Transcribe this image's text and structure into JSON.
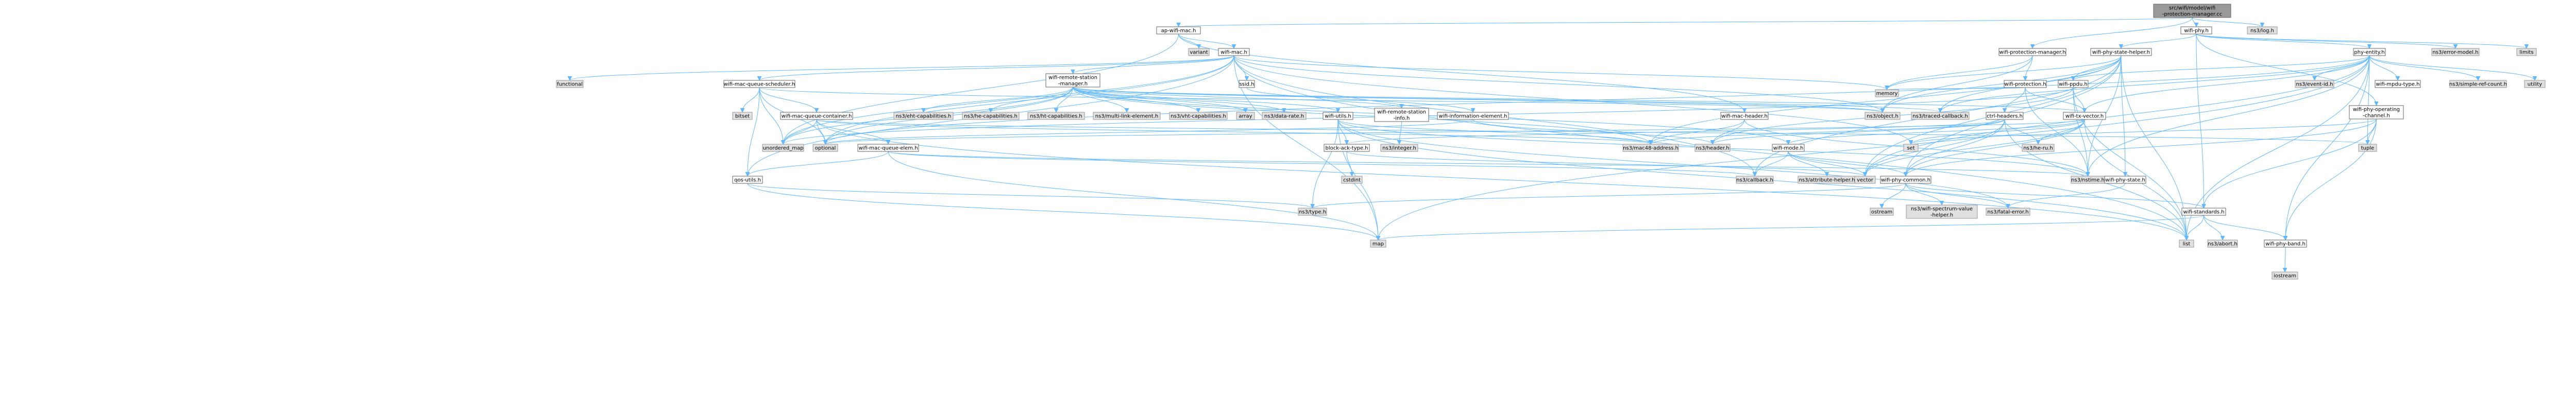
{
  "diagram": {
    "type": "include-dependency-graph",
    "colors": {
      "edge": "#63b8ff",
      "root_fill": "#999999",
      "project_fill": "#ffffff",
      "external_fill": "#e0e0e0",
      "border": "#666666"
    },
    "nodes": [
      {
        "id": "root",
        "label": "src/wifi/model/wifi\n-protection-manager.cc",
        "kind": "root"
      },
      {
        "id": "ap_wifi_mac",
        "label": "ap-wifi-mac.h",
        "kind": "project"
      },
      {
        "id": "wifi_phy",
        "label": "wifi-phy.h",
        "kind": "project"
      },
      {
        "id": "ns_log",
        "label": "ns3/log.h",
        "kind": "external"
      },
      {
        "id": "wifi_protection_manager",
        "label": "wifi-protection-manager.h",
        "kind": "project"
      },
      {
        "id": "variant",
        "label": "variant",
        "kind": "external"
      },
      {
        "id": "wifi_mac",
        "label": "wifi-mac.h",
        "kind": "project"
      },
      {
        "id": "wifi_phy_state_helper",
        "label": "wifi-phy-state-helper.h",
        "kind": "project"
      },
      {
        "id": "phy_entity",
        "label": "phy-entity.h",
        "kind": "project"
      },
      {
        "id": "ns_error_model",
        "label": "ns3/error-model.h",
        "kind": "external"
      },
      {
        "id": "limits",
        "label": "limits",
        "kind": "external"
      },
      {
        "id": "functional",
        "label": "functional",
        "kind": "external"
      },
      {
        "id": "wifi_mac_queue_scheduler",
        "label": "wifi-mac-queue-scheduler.h",
        "kind": "project"
      },
      {
        "id": "wifi_remote_station_manager",
        "label": "wifi-remote-station\n-manager.h",
        "kind": "project"
      },
      {
        "id": "ssid",
        "label": "ssid.h",
        "kind": "project"
      },
      {
        "id": "wifi_protection",
        "label": "wifi-protection.h",
        "kind": "project"
      },
      {
        "id": "wifi_ppdu",
        "label": "wifi-ppdu.h",
        "kind": "project"
      },
      {
        "id": "ns_event_id",
        "label": "ns3/event-id.h",
        "kind": "external"
      },
      {
        "id": "wifi_mpdu_type",
        "label": "wifi-mpdu-type.h",
        "kind": "project"
      },
      {
        "id": "ns_simple_ref_count",
        "label": "ns3/simple-ref-count.h",
        "kind": "external"
      },
      {
        "id": "utility",
        "label": "utility",
        "kind": "external"
      },
      {
        "id": "wifi_phy_operating_channel",
        "label": "wifi-phy-operating\n-channel.h",
        "kind": "project"
      },
      {
        "id": "bitset",
        "label": "bitset",
        "kind": "external"
      },
      {
        "id": "wifi_mac_queue_container",
        "label": "wifi-mac-queue-container.h",
        "kind": "project"
      },
      {
        "id": "ns_ht_capabilities",
        "label": "ns3/eht-capabilities.h",
        "kind": "external"
      },
      {
        "id": "ns_he_capabilities",
        "label": "ns3/he-capabilities.h",
        "kind": "external"
      },
      {
        "id": "ns_ht_capabilities2",
        "label": "ns3/ht-capabilities.h",
        "kind": "external"
      },
      {
        "id": "ns_multi_link_element",
        "label": "ns3/multi-link-element.h",
        "kind": "external"
      },
      {
        "id": "ns_vht_capabilities",
        "label": "ns3/vht-capabilities.h",
        "kind": "external"
      },
      {
        "id": "array",
        "label": "array",
        "kind": "external"
      },
      {
        "id": "ns_data_rate",
        "label": "ns3/data-rate.h",
        "kind": "external"
      },
      {
        "id": "wifi_utils",
        "label": "wifi-utils.h",
        "kind": "project"
      },
      {
        "id": "wifi_remote_station_info",
        "label": "wifi-remote-station\n-info.h",
        "kind": "project"
      },
      {
        "id": "wifi_information_element",
        "label": "wifi-information-element.h",
        "kind": "project"
      },
      {
        "id": "ns_object",
        "label": "ns3/object.h",
        "kind": "external"
      },
      {
        "id": "ns_traced_callback",
        "label": "ns3/traced-callback.h",
        "kind": "external"
      },
      {
        "id": "wifi_mac_header",
        "label": "wifi-mac-header.h",
        "kind": "project"
      },
      {
        "id": "memory",
        "label": "memory",
        "kind": "external"
      },
      {
        "id": "ctrl_headers",
        "label": "ctrl-headers.h",
        "kind": "project"
      },
      {
        "id": "wifi_tx_vector",
        "label": "wifi-tx-vector.h",
        "kind": "project"
      },
      {
        "id": "unordered_map",
        "label": "unordered_map",
        "kind": "external"
      },
      {
        "id": "optional",
        "label": "optional",
        "kind": "external"
      },
      {
        "id": "wifi_mac_queue_elem",
        "label": "wifi-mac-queue-elem.h",
        "kind": "project"
      },
      {
        "id": "block_ack_type",
        "label": "block-ack-type.h",
        "kind": "project"
      },
      {
        "id": "ns_integer",
        "label": "ns3/integer.h",
        "kind": "external"
      },
      {
        "id": "ns_mac48_address",
        "label": "ns3/mac48-address.h",
        "kind": "external"
      },
      {
        "id": "ns_header",
        "label": "ns3/header.h",
        "kind": "external"
      },
      {
        "id": "wifi_mode",
        "label": "wifi-mode.h",
        "kind": "project"
      },
      {
        "id": "set",
        "label": "set",
        "kind": "external"
      },
      {
        "id": "ns_he_ru",
        "label": "ns3/he-ru.h",
        "kind": "external"
      },
      {
        "id": "tuple",
        "label": "tuple",
        "kind": "external"
      },
      {
        "id": "qos_utils",
        "label": "qos-utils.h",
        "kind": "project"
      },
      {
        "id": "cstdint",
        "label": "cstdint",
        "kind": "external"
      },
      {
        "id": "ns_callback",
        "label": "ns3/callback.h",
        "kind": "external"
      },
      {
        "id": "ns_attribute_helper",
        "label": "ns3/attribute-helper.h",
        "kind": "external"
      },
      {
        "id": "vector",
        "label": "vector",
        "kind": "external"
      },
      {
        "id": "wifi_phy_common",
        "label": "wifi-phy-common.h",
        "kind": "project"
      },
      {
        "id": "ns_nstime",
        "label": "ns3/nstime.h",
        "kind": "external"
      },
      {
        "id": "wifi_phy_state",
        "label": "wifi-phy-state.h",
        "kind": "project"
      },
      {
        "id": "ns_type",
        "label": "ns3/type.h",
        "kind": "external"
      },
      {
        "id": "ostream",
        "label": "ostream",
        "kind": "external"
      },
      {
        "id": "ns_wifi_spectrum_value_helper",
        "label": "ns3/wifi-spectrum-value\n-helper.h",
        "kind": "external"
      },
      {
        "id": "ns_fatal_error",
        "label": "ns3/fatal-error.h",
        "kind": "external"
      },
      {
        "id": "wifi_standards",
        "label": "wifi-standards.h",
        "kind": "project"
      },
      {
        "id": "map",
        "label": "map",
        "kind": "external"
      },
      {
        "id": "list",
        "label": "list",
        "kind": "external"
      },
      {
        "id": "ns_abort",
        "label": "ns3/abort.h",
        "kind": "external"
      },
      {
        "id": "wifi_phy_band",
        "label": "wifi-phy-band.h",
        "kind": "project"
      },
      {
        "id": "iostream",
        "label": "iostream",
        "kind": "external"
      }
    ],
    "edges": [
      [
        "root",
        "ap_wifi_mac"
      ],
      [
        "root",
        "wifi_phy"
      ],
      [
        "root",
        "ns_log"
      ],
      [
        "root",
        "wifi_protection_manager"
      ],
      [
        "ap_wifi_mac",
        "variant"
      ],
      [
        "ap_wifi_mac",
        "wifi_mac"
      ],
      [
        "ap_wifi_mac",
        "wifi_mac_header"
      ],
      [
        "ap_wifi_mac",
        "unordered_map"
      ],
      [
        "wifi_phy",
        "wifi_phy_state_helper"
      ],
      [
        "wifi_phy",
        "phy_entity"
      ],
      [
        "wifi_phy",
        "ns_error_model"
      ],
      [
        "wifi_phy",
        "limits"
      ],
      [
        "wifi_phy",
        "wifi_phy_operating_channel"
      ],
      [
        "wifi_phy",
        "wifi_standards"
      ],
      [
        "wifi_protection_manager",
        "wifi_protection"
      ],
      [
        "wifi_protection_manager",
        "ns_object"
      ],
      [
        "wifi_protection_manager",
        "memory"
      ],
      [
        "wifi_mac",
        "functional"
      ],
      [
        "wifi_mac",
        "wifi_mac_queue_scheduler"
      ],
      [
        "wifi_mac",
        "wifi_remote_station_manager"
      ],
      [
        "wifi_mac",
        "ssid"
      ],
      [
        "wifi_mac",
        "qos_utils"
      ],
      [
        "wifi_mac",
        "unordered_map"
      ],
      [
        "wifi_mac",
        "set"
      ],
      [
        "wifi_mac",
        "list"
      ],
      [
        "wifi_mac",
        "map"
      ],
      [
        "wifi_mac",
        "memory"
      ],
      [
        "wifi_mac",
        "optional"
      ],
      [
        "wifi_mac",
        "ns_callback"
      ],
      [
        "wifi_mac",
        "ns_object"
      ],
      [
        "wifi_phy_state_helper",
        "ns_object"
      ],
      [
        "wifi_phy_state_helper",
        "ns_traced_callback"
      ],
      [
        "wifi_phy_state_helper",
        "wifi_ppdu"
      ],
      [
        "wifi_phy_state_helper",
        "wifi_phy_state"
      ],
      [
        "wifi_phy_state_helper",
        "wifi_phy_common"
      ],
      [
        "wifi_phy_state_helper",
        "ns_nstime"
      ],
      [
        "wifi_phy_state_helper",
        "ns_mac48_address"
      ],
      [
        "wifi_phy_state_helper",
        "memory"
      ],
      [
        "wifi_phy_state_helper",
        "vector"
      ],
      [
        "wifi_phy_state_helper",
        "list"
      ],
      [
        "wifi_phy_state_helper",
        "ns_callback"
      ],
      [
        "phy_entity",
        "wifi_ppdu"
      ],
      [
        "phy_entity",
        "wifi_mpdu_type"
      ],
      [
        "phy_entity",
        "wifi_tx_vector"
      ],
      [
        "phy_entity",
        "ns_event_id"
      ],
      [
        "phy_entity",
        "ns_simple_ref_count"
      ],
      [
        "phy_entity",
        "utility"
      ],
      [
        "phy_entity",
        "ns_nstime"
      ],
      [
        "phy_entity",
        "ns_traced_callback"
      ],
      [
        "phy_entity",
        "list"
      ],
      [
        "phy_entity",
        "map"
      ],
      [
        "phy_entity",
        "vector"
      ],
      [
        "phy_entity",
        "tuple"
      ],
      [
        "phy_entity",
        "optional"
      ],
      [
        "phy_entity",
        "wifi_phy_band"
      ],
      [
        "wifi_mac_queue_scheduler",
        "wifi_mac_queue_container"
      ],
      [
        "wifi_mac_queue_scheduler",
        "bitset"
      ],
      [
        "wifi_mac_queue_scheduler",
        "unordered_map"
      ],
      [
        "wifi_mac_queue_scheduler",
        "optional"
      ],
      [
        "wifi_mac_queue_scheduler",
        "ns_object"
      ],
      [
        "wifi_mac_queue_scheduler",
        "qos_utils"
      ],
      [
        "wifi_remote_station_manager",
        "ns_ht_capabilities"
      ],
      [
        "wifi_remote_station_manager",
        "ns_he_capabilities"
      ],
      [
        "wifi_remote_station_manager",
        "ns_ht_capabilities2"
      ],
      [
        "wifi_remote_station_manager",
        "ns_multi_link_element"
      ],
      [
        "wifi_remote_station_manager",
        "ns_vht_capabilities"
      ],
      [
        "wifi_remote_station_manager",
        "array"
      ],
      [
        "wifi_remote_station_manager",
        "ns_data_rate"
      ],
      [
        "wifi_remote_station_manager",
        "wifi_utils"
      ],
      [
        "wifi_remote_station_manager",
        "wifi_remote_station_info"
      ],
      [
        "wifi_remote_station_manager",
        "ns_object"
      ],
      [
        "wifi_remote_station_manager",
        "ns_traced_callback"
      ],
      [
        "wifi_remote_station_manager",
        "ns_mac48_address"
      ],
      [
        "wifi_remote_station_manager",
        "wifi_mode"
      ],
      [
        "wifi_remote_station_manager",
        "wifi_tx_vector"
      ],
      [
        "wifi_remote_station_manager",
        "unordered_map"
      ],
      [
        "wifi_remote_station_manager",
        "optional"
      ],
      [
        "ssid",
        "wifi_information_element"
      ],
      [
        "wifi_protection",
        "ctrl_headers"
      ],
      [
        "wifi_protection",
        "wifi_tx_vector"
      ],
      [
        "wifi_protection",
        "ns_nstime"
      ],
      [
        "wifi_protection",
        "memory"
      ],
      [
        "wifi_ppdu",
        "wifi_tx_vector"
      ],
      [
        "wifi_ppdu",
        "ns_nstime"
      ],
      [
        "wifi_ppdu",
        "list"
      ],
      [
        "wifi_ppdu",
        "unordered_map"
      ],
      [
        "wifi_ppdu",
        "ns_header"
      ],
      [
        "wifi_phy_operating_channel",
        "wifi_phy_common"
      ],
      [
        "wifi_phy_operating_channel",
        "wifi_phy_band"
      ],
      [
        "wifi_phy_operating_channel",
        "wifi_standards"
      ],
      [
        "wifi_phy_operating_channel",
        "set"
      ],
      [
        "wifi_phy_operating_channel",
        "tuple"
      ],
      [
        "wifi_mac_queue_container",
        "wifi_mac_queue_elem"
      ],
      [
        "wifi_mac_queue_container",
        "ns_mac48_address"
      ],
      [
        "wifi_mac_queue_container",
        "list"
      ],
      [
        "wifi_mac_queue_container",
        "tuple"
      ],
      [
        "wifi_mac_queue_container",
        "unordered_map"
      ],
      [
        "wifi_mac_queue_container",
        "optional"
      ],
      [
        "wifi_utils",
        "block_ack_type"
      ],
      [
        "wifi_utils",
        "ns_mac48_address"
      ],
      [
        "wifi_utils",
        "ns_nstime"
      ],
      [
        "wifi_utils",
        "ns_fatal_error"
      ],
      [
        "wifi_utils",
        "list"
      ],
      [
        "wifi_utils",
        "map"
      ],
      [
        "wifi_utils",
        "ns_type"
      ],
      [
        "wifi_remote_station_info",
        "ns_integer"
      ],
      [
        "wifi_information_element",
        "ns_header"
      ],
      [
        "wifi_information_element",
        "optional"
      ],
      [
        "wifi_mac_header",
        "ns_header"
      ],
      [
        "wifi_mac_header",
        "ns_mac48_address"
      ],
      [
        "wifi_mac_header",
        "ns_nstime"
      ],
      [
        "ctrl_headers",
        "block_ack_type"
      ],
      [
        "ctrl_headers",
        "ns_header"
      ],
      [
        "ctrl_headers",
        "ns_he_ru"
      ],
      [
        "ctrl_headers",
        "ns_mac48_address"
      ],
      [
        "ctrl_headers",
        "vector"
      ],
      [
        "ctrl_headers",
        "list"
      ],
      [
        "ctrl_headers",
        "wifi_phy_common"
      ],
      [
        "wifi_tx_vector",
        "wifi_mode"
      ],
      [
        "wifi_tx_vector",
        "wifi_phy_common"
      ],
      [
        "wifi_tx_vector",
        "ns_he_ru"
      ],
      [
        "wifi_tx_vector",
        "list"
      ],
      [
        "wifi_tx_vector",
        "set"
      ],
      [
        "wifi_tx_vector",
        "vector"
      ],
      [
        "wifi_tx_vector",
        "optional"
      ],
      [
        "wifi_mac_queue_elem",
        "ns_nstime"
      ],
      [
        "wifi_mac_queue_elem",
        "qos_utils"
      ],
      [
        "wifi_mac_queue_elem",
        "ns_callback"
      ],
      [
        "wifi_mac_queue_elem",
        "map"
      ],
      [
        "block_ack_type",
        "cstdint"
      ],
      [
        "block_ack_type",
        "vector"
      ],
      [
        "wifi_mode",
        "wifi_phy_common"
      ],
      [
        "wifi_mode",
        "ns_attribute_helper"
      ],
      [
        "wifi_mode",
        "ns_callback"
      ],
      [
        "wifi_mode",
        "vector"
      ],
      [
        "qos_utils",
        "ns_type"
      ],
      [
        "qos_utils",
        "map"
      ],
      [
        "wifi_phy_common",
        "wifi_standards"
      ],
      [
        "wifi_phy_common",
        "ns_fatal_error"
      ],
      [
        "wifi_phy_common",
        "ns_wifi_spectrum_value_helper"
      ],
      [
        "wifi_phy_common",
        "ns_type"
      ],
      [
        "wifi_phy_common",
        "ostream"
      ],
      [
        "wifi_phy_state",
        "ns_fatal_error"
      ],
      [
        "wifi_standards",
        "wifi_phy_band"
      ],
      [
        "wifi_standards",
        "ns_abort"
      ],
      [
        "wifi_standards",
        "map"
      ],
      [
        "wifi_standards",
        "list"
      ],
      [
        "wifi_phy_band",
        "iostream"
      ]
    ]
  }
}
